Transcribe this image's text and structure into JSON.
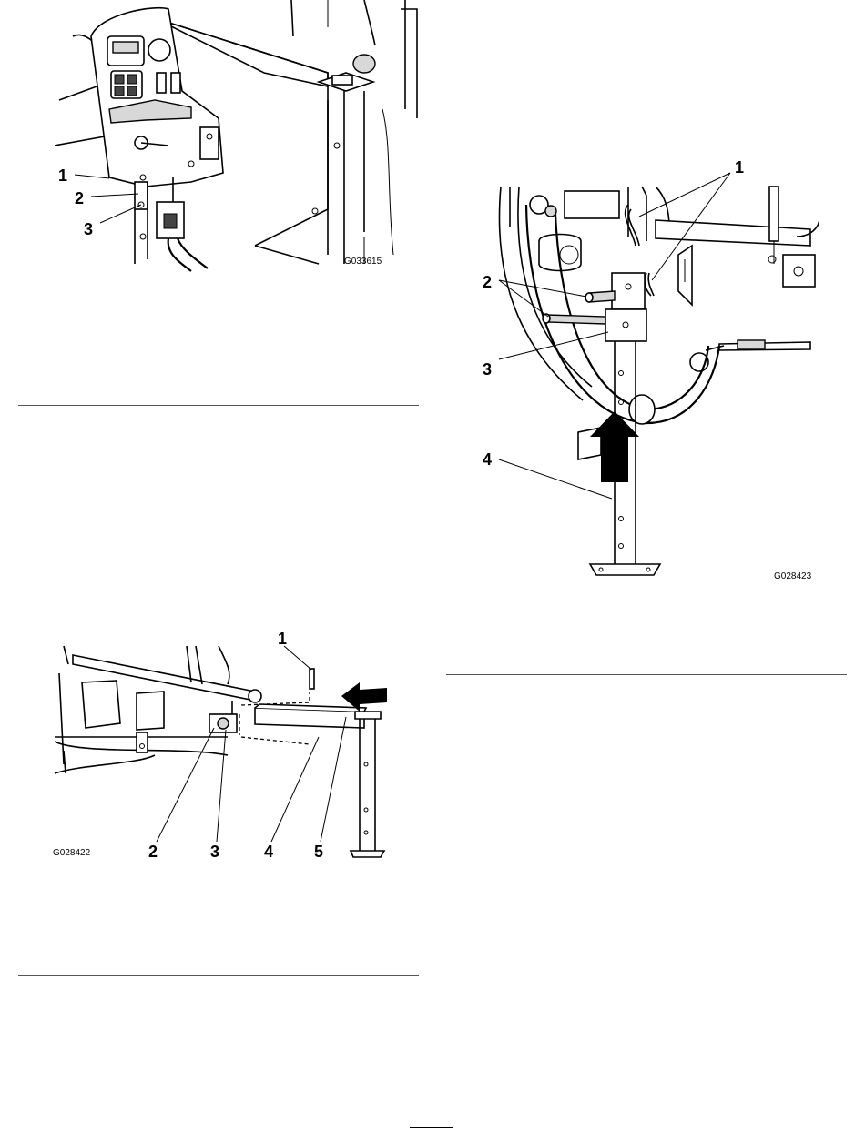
{
  "figures": [
    {
      "id": "G033615",
      "callouts": [
        "1",
        "2",
        "3"
      ]
    },
    {
      "id": "G028423",
      "callouts": [
        "1",
        "2",
        "3",
        "4"
      ]
    },
    {
      "id": "G028422",
      "callouts": [
        "1",
        "2",
        "3",
        "4",
        "5"
      ]
    }
  ]
}
